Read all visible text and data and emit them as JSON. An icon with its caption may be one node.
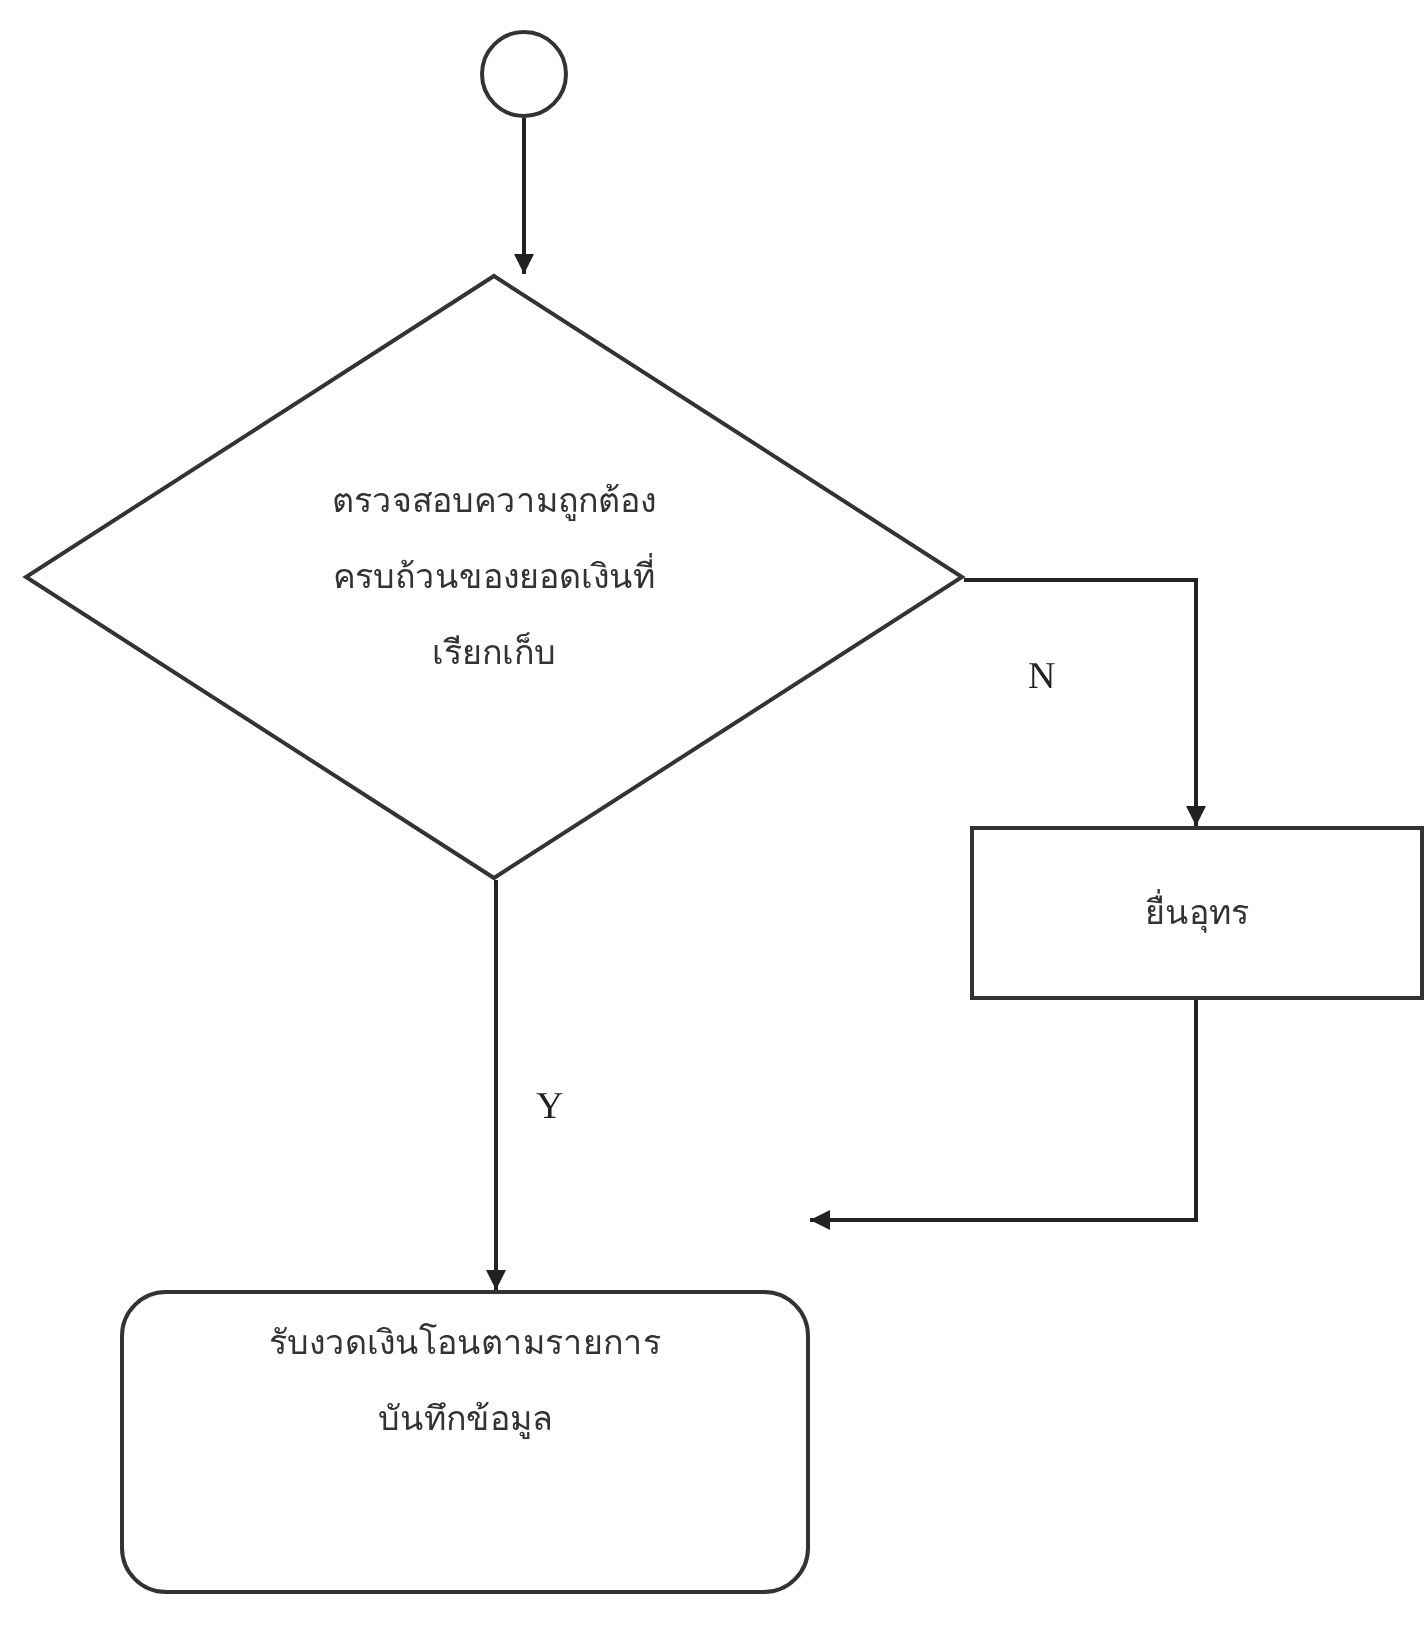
{
  "diagram": {
    "nodes": [
      {
        "text": [],
        "shape": "circle"
      },
      {
        "text": [
          "ตรวจสอบความถูกต้องครบถ้วนของยอดเงินที่เรียกเก็บ"
        ]
      },
      {
        "text": [
          "ยื่นอุทร"
        ]
      },
      {
        "text": [
          "รับงวดเงินโอนตามรายการ",
          "บันทึกข้อมูล"
        ]
      }
    ],
    "edges": [
      {
        "from": 0,
        "to": 1,
        "arrow": "to"
      },
      {
        "from": 1,
        "to": 2,
        "arrow": "to",
        "label": "N"
      },
      {
        "from": 1,
        "to": 3,
        "arrow": "to",
        "label": "Y"
      },
      {
        "from": 2,
        "to": 3,
        "arrow": "to"
      }
    ]
  }
}
